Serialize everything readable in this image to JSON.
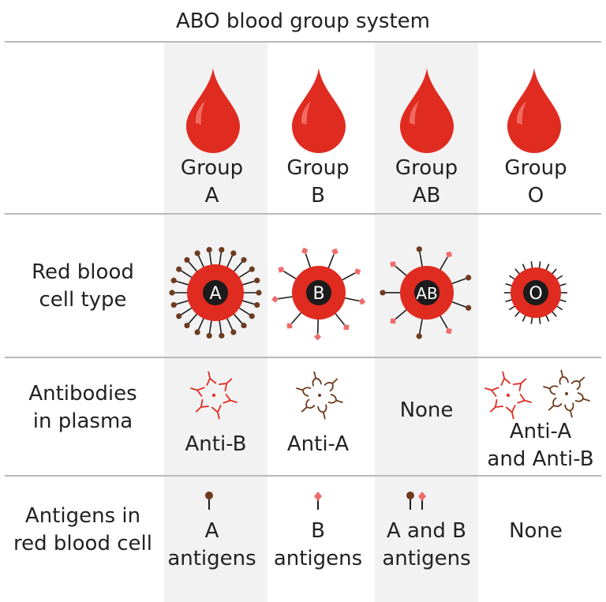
{
  "title": "ABO blood group system",
  "colors": {
    "red": "#e02b20",
    "pink": "#ef6b6b",
    "brown": "#6e3b1f",
    "dark": "#1c1c1c",
    "shade": "#f2f2f2"
  },
  "groups": [
    {
      "label_line1": "Group",
      "label_line2": "A",
      "cell_letter": "A",
      "antibody_label_line1": "Anti-B",
      "antibody_label_line2": "",
      "antigen_label_line1": "A",
      "antigen_label_line2": "antigens"
    },
    {
      "label_line1": "Group",
      "label_line2": "B",
      "cell_letter": "B",
      "antibody_label_line1": "Anti-A",
      "antibody_label_line2": "",
      "antigen_label_line1": "B",
      "antigen_label_line2": "antigens"
    },
    {
      "label_line1": "Group",
      "label_line2": "AB",
      "cell_letter": "AB",
      "antibody_label_line1": "None",
      "antibody_label_line2": "",
      "antigen_label_line1": "A and B",
      "antigen_label_line2": "antigens"
    },
    {
      "label_line1": "Group",
      "label_line2": "O",
      "cell_letter": "O",
      "antibody_label_line1": "Anti-A",
      "antibody_label_line2": "and Anti-B",
      "antigen_label_line1": "None",
      "antigen_label_line2": ""
    }
  ],
  "rows": {
    "cell_type_line1": "Red blood",
    "cell_type_line2": "cell type",
    "antibodies_line1": "Antibodies",
    "antibodies_line2": "in plasma",
    "antigens_line1": "Antigens in",
    "antigens_line2": "red blood cell"
  }
}
